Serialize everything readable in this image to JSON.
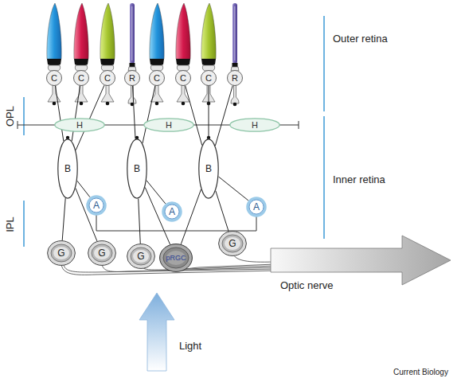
{
  "diagram": {
    "nodes": [
      {
        "text": [
          "C"
        ]
      },
      {
        "text": [
          "C"
        ]
      },
      {
        "text": [
          "C"
        ]
      },
      {
        "text": [
          "R"
        ]
      },
      {
        "text": [
          "C"
        ]
      },
      {
        "text": [
          "C"
        ]
      },
      {
        "text": [
          "C"
        ]
      },
      {
        "text": [
          "R"
        ]
      },
      {
        "text": [
          "H"
        ]
      },
      {
        "text": [
          "H"
        ]
      },
      {
        "text": [
          "H"
        ]
      },
      {
        "text": [
          "B"
        ]
      },
      {
        "text": [
          "B"
        ]
      },
      {
        "text": [
          "B"
        ]
      },
      {
        "text": [
          "A"
        ]
      },
      {
        "text": [
          "A"
        ]
      },
      {
        "text": [
          "A"
        ]
      },
      {
        "text": [
          "G"
        ]
      },
      {
        "text": [
          "G"
        ]
      },
      {
        "text": [
          "G"
        ]
      },
      {
        "text": [
          "pRGC"
        ]
      },
      {
        "text": [
          "G"
        ]
      }
    ],
    "edges": [
      {
        "from": 0,
        "to": 11,
        "arrow": "none"
      },
      {
        "from": 1,
        "to": 11,
        "arrow": "none"
      },
      {
        "from": 2,
        "to": 11,
        "arrow": "none"
      },
      {
        "from": 3,
        "to": 12,
        "arrow": "none"
      },
      {
        "from": 4,
        "to": 12,
        "arrow": "none"
      },
      {
        "from": 5,
        "to": 13,
        "arrow": "none"
      },
      {
        "from": 6,
        "to": 13,
        "arrow": "none"
      },
      {
        "from": 7,
        "to": 13,
        "arrow": "none"
      },
      {
        "from": 11,
        "to": 17,
        "arrow": "none"
      },
      {
        "from": 11,
        "to": 18,
        "arrow": "none"
      },
      {
        "from": 12,
        "to": 19,
        "arrow": "none"
      },
      {
        "from": 12,
        "to": 20,
        "arrow": "none"
      },
      {
        "from": 13,
        "to": 20,
        "arrow": "none"
      },
      {
        "from": 13,
        "to": 21,
        "arrow": "none"
      },
      {
        "from": 11,
        "to": 14,
        "arrow": "none"
      },
      {
        "from": 12,
        "to": 15,
        "arrow": "none"
      },
      {
        "from": 13,
        "to": 16,
        "arrow": "none"
      }
    ],
    "labels": [
      "Outer retina",
      "Inner retina",
      "OPL",
      "IPL",
      "Optic nerve",
      "Light",
      "Current Biology"
    ]
  }
}
